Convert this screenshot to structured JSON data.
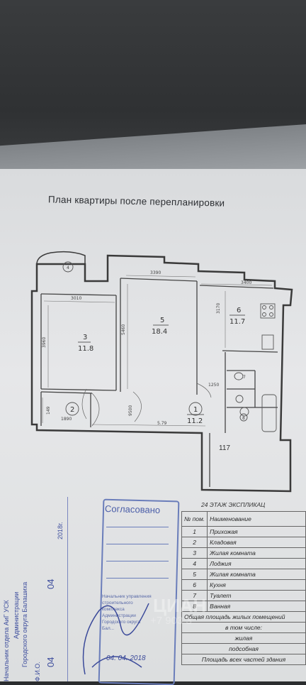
{
  "document": {
    "title": "План квартиры после перепланировки",
    "outside_area": "117",
    "rooms": [
      {
        "num": "3",
        "area": "11.8"
      },
      {
        "num": "5",
        "area": "18.4"
      },
      {
        "num": "6",
        "area": "11.7"
      },
      {
        "num": "2",
        "area": ""
      },
      {
        "num": "1",
        "area": "11.2"
      },
      {
        "num": "4",
        "area": ""
      },
      {
        "num": "7",
        "area": ""
      },
      {
        "num": "8",
        "area": ""
      }
    ],
    "dimensions": {
      "d3390": "3390",
      "d3400": "3400",
      "d3010": "3010",
      "d3960": "3960",
      "d5460": "5460",
      "d3170": "3170",
      "d1890": "1890",
      "d149": "149",
      "d579": "5.79",
      "d1250": "1250",
      "d9500": "9500"
    }
  },
  "explication": {
    "title": "24 ЭТАЖ  ЭКСПЛИКАЦ",
    "header_num": "№ пом.",
    "header_name": "Наименование",
    "rows": [
      {
        "num": "1",
        "name": "Прихожая"
      },
      {
        "num": "2",
        "name": "Кладовая"
      },
      {
        "num": "3",
        "name": "Жилая комната"
      },
      {
        "num": "4",
        "name": "Лоджия"
      },
      {
        "num": "5",
        "name": "Жилая комната"
      },
      {
        "num": "6",
        "name": "Кухня"
      },
      {
        "num": "7",
        "name": "Туалет"
      },
      {
        "num": "8",
        "name": "Ванная"
      }
    ],
    "total_living": "Общая площадь жилых помещений",
    "including": "в том числе:",
    "living": "жилая",
    "auxiliary": "подсобная",
    "total_all": "Площадь всех частей здания"
  },
  "stamp": {
    "title": "Согласовано",
    "text": "Начальник управления строительного комплекса Администрации Городского округа Бал...",
    "date": "04. 04. 2018"
  },
  "left_stamp": {
    "line1": "Начальник отдела АиГ УСК",
    "line2": "Администрации",
    "line3": "Городского округа Балашиха",
    "fio": "Ф.И.О.",
    "date_day": "04",
    "date_month": "04",
    "date_year": "2018г."
  },
  "watermark": {
    "brand": "ЦИАН",
    "phone": "+7 903 3"
  },
  "colors": {
    "paper": "#e3e4e6",
    "stamp_blue": "#4b5ea8",
    "ink": "#333333"
  }
}
